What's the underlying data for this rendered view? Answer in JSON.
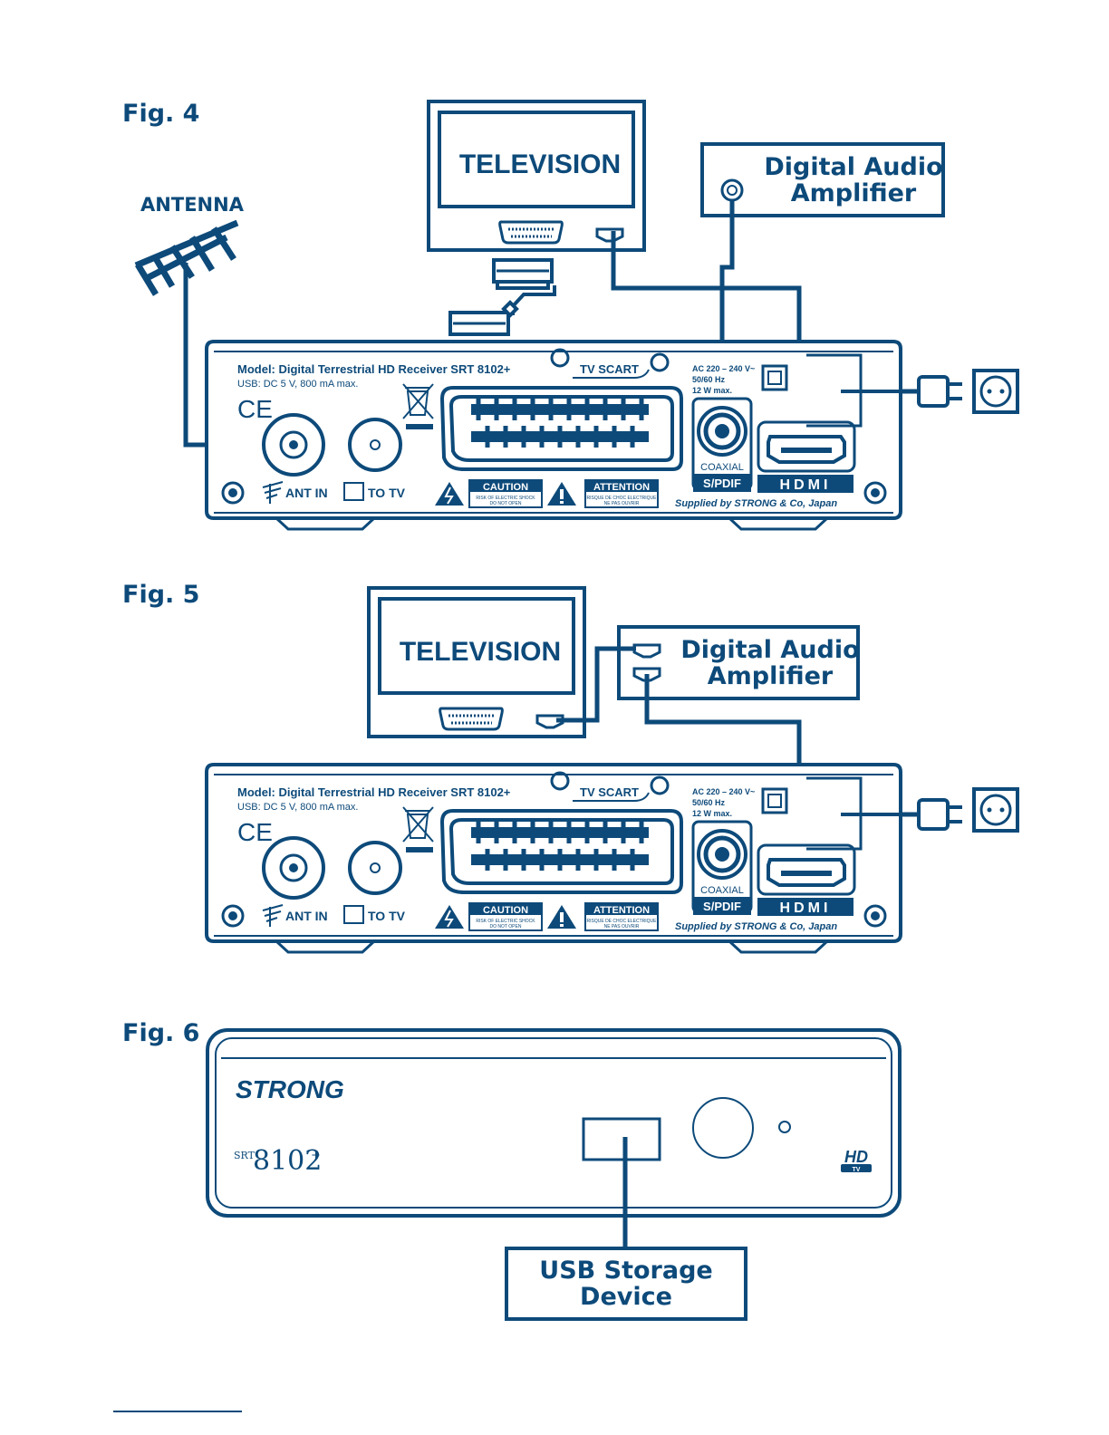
{
  "figures": [
    {
      "label": "Fig. 4"
    },
    {
      "label": "Fig. 5"
    },
    {
      "label": "Fig. 6"
    }
  ],
  "antenna_label": "ANTENNA",
  "television_label": "TELEVISION",
  "amplifier_label_line1": "Digital Audio",
  "amplifier_label_line2": "Amplifier",
  "usb_label_line1": "USB Storage",
  "usb_label_line2": "Device",
  "receiver": {
    "model": "Model: Digital Terrestrial HD Receiver SRT 8102+",
    "usb_spec": "USB: DC 5 V, 800 mA max.",
    "ce": "CE",
    "tv_scart": "TV SCART",
    "ac_line1": "AC 220 – 240 V~",
    "ac_line2": "50/60 Hz",
    "ac_line3": "12 W max.",
    "ant_in": "ANT IN",
    "to_tv": "TO TV",
    "caution": "CAUTION",
    "caution_sub1": "RISK OF ELECTRIC SHOCK",
    "caution_sub2": "DO NOT OPEN",
    "attention": "ATTENTION",
    "attention_sub1": "RISQUE DE CHOC ELECTRIQUE",
    "attention_sub2": "NE PAS OUVRIR",
    "coaxial": "COAXIAL",
    "spdif": "S/PDIF",
    "hdmi": "HDMI",
    "supplied_by": "Supplied by STRONG & Co, Japan"
  },
  "front_panel": {
    "brand": "STRONG",
    "model_prefix": "SRT",
    "model_number": "8102",
    "model_suffix": "+",
    "hd": "HD",
    "tv": "TV"
  },
  "colors": {
    "ink": "#0d4a7a",
    "background": "#ffffff"
  }
}
